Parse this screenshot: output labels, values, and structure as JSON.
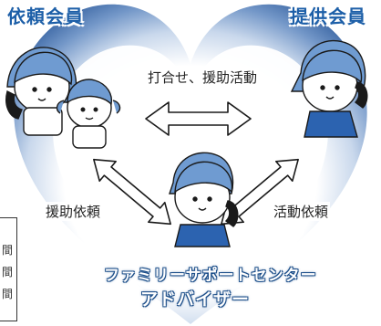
{
  "diagram": {
    "roles": {
      "requester": "依頼会員",
      "provider": "提供会員"
    },
    "flows": {
      "meeting": "打合せ、援助活動",
      "request_help": "援助依頼",
      "request_activity": "活動依頼"
    },
    "advisor": {
      "line1": "ファミリーサポートセンター",
      "line2": "アドバイザー"
    },
    "side_note": {
      "chars": [
        "間",
        "間",
        "間"
      ]
    },
    "colors": {
      "heart_dark": "#3a68a8",
      "heart_mid": "#7fa0cc",
      "heart_light": "#d6e2f1",
      "role_text": "#1d5fa8",
      "shirt_blue": "#2c63b0"
    }
  }
}
